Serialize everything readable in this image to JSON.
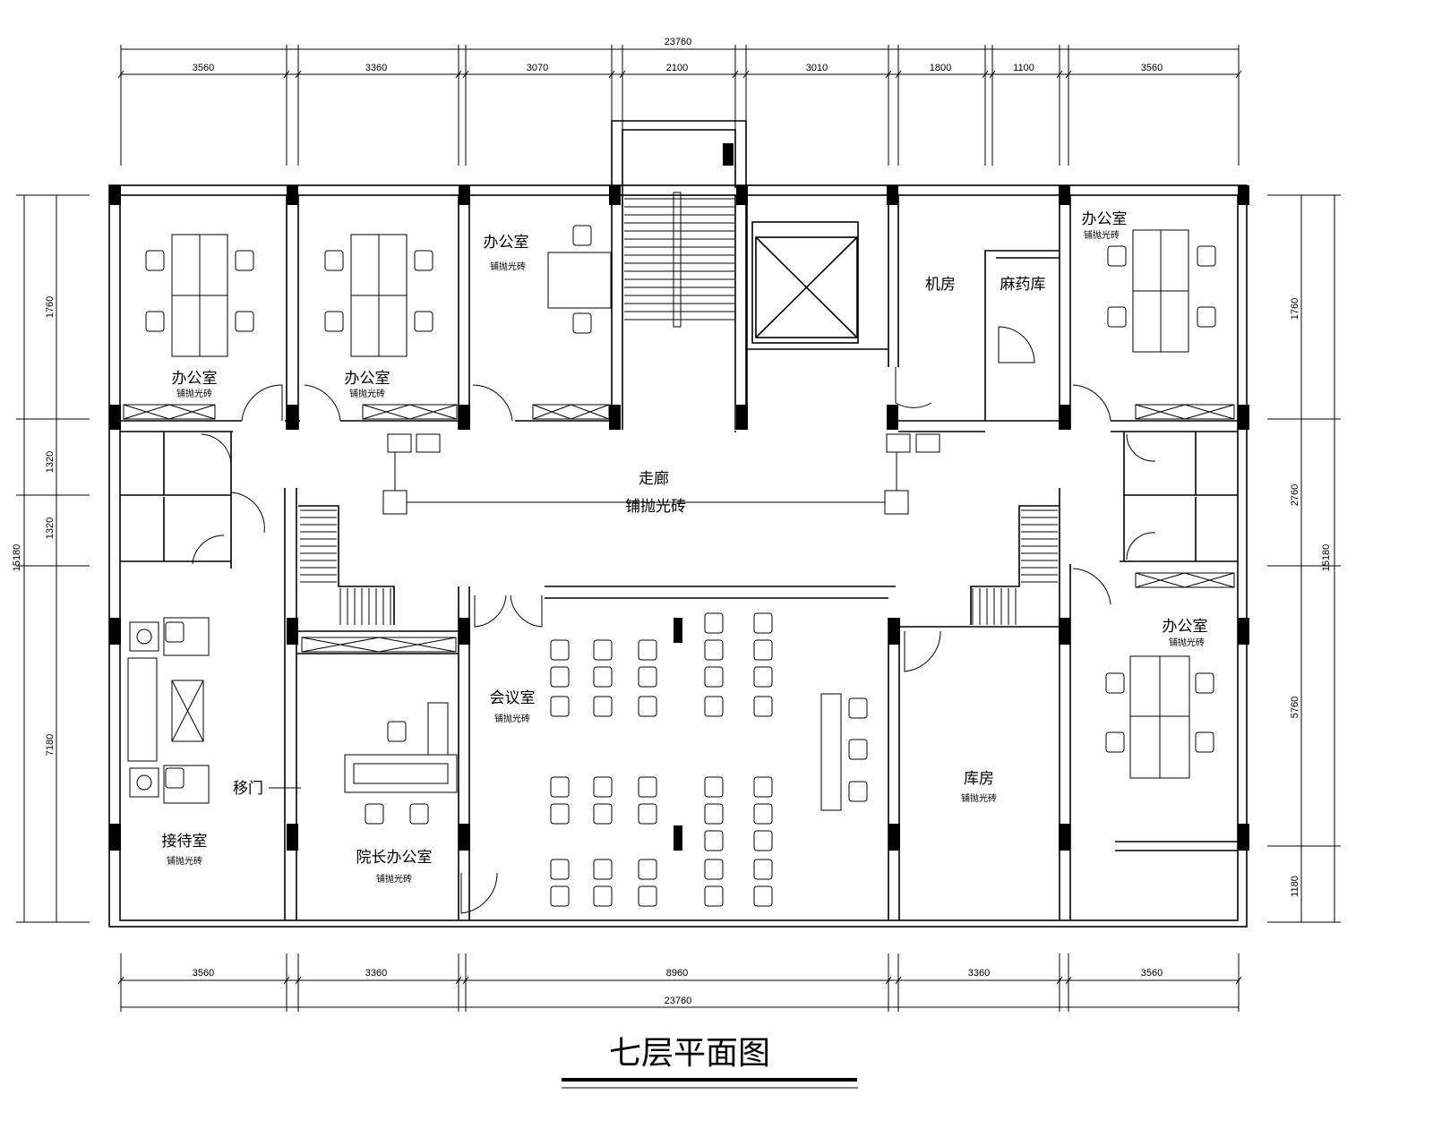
{
  "title": "七层平面图",
  "dimensions": {
    "top_total": "23760",
    "top_segments": [
      "3560",
      "3360",
      "3070",
      "2100",
      "3010",
      "1800",
      "1100",
      "3560"
    ],
    "bottom_total": "23760",
    "bottom_segments": [
      "3560",
      "3360",
      "8960",
      "3360",
      "3560"
    ],
    "left_total": "15180",
    "left_segments": [
      "1760",
      "1320",
      "1320",
      "7180"
    ],
    "right_total": "15180",
    "right_segments": [
      "1760",
      "2760",
      "5760",
      "1180"
    ]
  },
  "rooms": {
    "office1": {
      "name": "办公室",
      "floor": "铺抛光砖"
    },
    "office2": {
      "name": "办公室",
      "floor": "铺抛光砖"
    },
    "office3": {
      "name": "办公室",
      "floor": "铺抛光砖"
    },
    "office4": {
      "name": "办公室",
      "floor": "铺抛光砖"
    },
    "office5": {
      "name": "办公室",
      "floor": "铺抛光砖"
    },
    "machine_room": {
      "name": "机房"
    },
    "anesthesia_store": {
      "name": "麻药库"
    },
    "corridor": {
      "name": "走廊",
      "floor": "铺抛光砖"
    },
    "meeting_room": {
      "name": "会议室",
      "floor": "铺抛光砖"
    },
    "storeroom": {
      "name": "库房",
      "floor": "铺抛光砖"
    },
    "reception": {
      "name": "接待室",
      "floor": "铺抛光砖"
    },
    "director_office": {
      "name": "院长办公室",
      "floor": "铺抛光砖"
    }
  },
  "annotations": {
    "sliding_door": "移门"
  }
}
